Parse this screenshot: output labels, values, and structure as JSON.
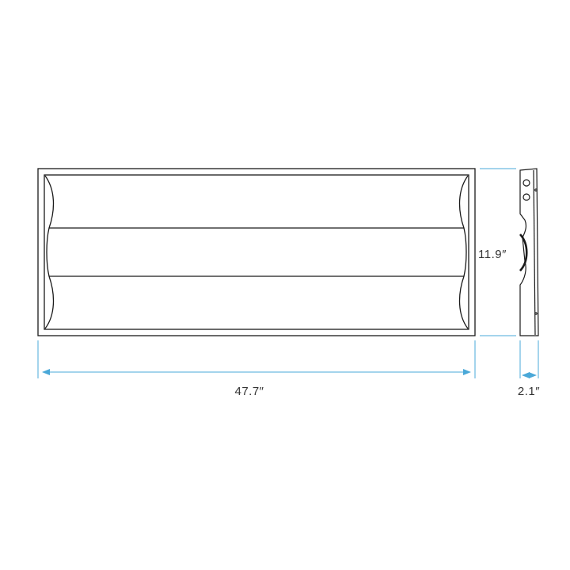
{
  "colors": {
    "outline": "#1a1a1a",
    "dimension_line": "#4aa8d8",
    "label_text": "#333333",
    "background": "#ffffff"
  },
  "dimensions": {
    "width_label": "47.7″",
    "height_label": "11.9″",
    "depth_label": "2.1″"
  },
  "icons": {
    "front_view": "troffer-front-outline",
    "side_view": "troffer-side-profile",
    "dimension_arrows": "double-headed-arrow"
  }
}
